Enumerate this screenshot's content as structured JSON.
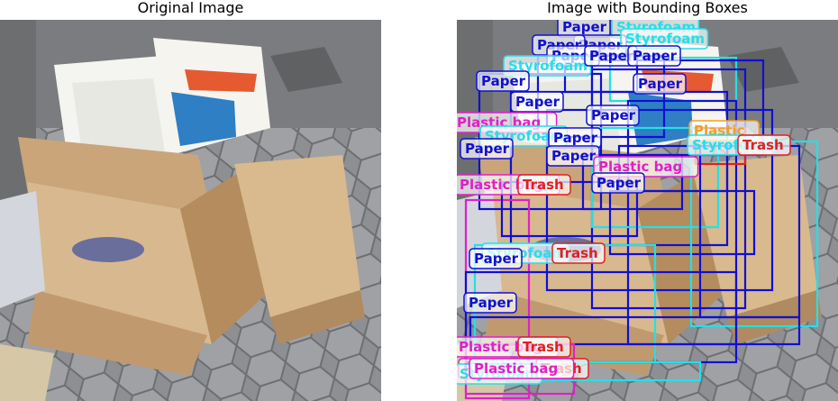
{
  "titles": {
    "left": "Original Image",
    "right": "Image with Bounding Boxes"
  },
  "colors": {
    "paper": "#1010d0",
    "styrofoam": "#22e0e8",
    "plastic_bag": "#e020c8",
    "trash": "#e02020",
    "plastic": "#f0a020"
  },
  "labels": [
    {
      "text": "Paper",
      "color": "#1010d0"
    },
    {
      "text": "Styrofoam",
      "color": "#22e0e8"
    },
    {
      "text": "Paper",
      "color": "#1010d0"
    },
    {
      "text": "Styrofoam",
      "color": "#22e0e8"
    },
    {
      "text": "Paper",
      "color": "#1010d0"
    },
    {
      "text": "Paper",
      "color": "#1010d0"
    },
    {
      "text": "Styrofoam",
      "color": "#22e0e8"
    },
    {
      "text": "Paper",
      "color": "#1010d0"
    },
    {
      "text": "Paper",
      "color": "#1010d0"
    },
    {
      "text": "Paper",
      "color": "#1010d0"
    },
    {
      "text": "Paper",
      "color": "#1010d0"
    },
    {
      "text": "Paper",
      "color": "#1010d0"
    },
    {
      "text": "Plastic bag",
      "color": "#e020c8"
    },
    {
      "text": "Styrofoam",
      "color": "#22e0e8"
    },
    {
      "text": "Paper",
      "color": "#1010d0"
    },
    {
      "text": "Paper",
      "color": "#1010d0"
    },
    {
      "text": "Paper",
      "color": "#1010d0"
    },
    {
      "text": "Paper",
      "color": "#1010d0"
    },
    {
      "text": "Plastic bag",
      "color": "#e020c8"
    },
    {
      "text": "Plastic",
      "color": "#f0a020"
    },
    {
      "text": "Styrofoam",
      "color": "#22e0e8"
    },
    {
      "text": "Trash",
      "color": "#e02020"
    },
    {
      "text": "Paper",
      "color": "#1010d0"
    },
    {
      "text": "Plastic bag",
      "color": "#e020c8"
    },
    {
      "text": "Trash",
      "color": "#e02020"
    },
    {
      "text": "Styrofoam",
      "color": "#22e0e8"
    },
    {
      "text": "Trash",
      "color": "#e02020"
    },
    {
      "text": "Paper",
      "color": "#1010d0"
    },
    {
      "text": "Paper",
      "color": "#1010d0"
    },
    {
      "text": "Plastic bag",
      "color": "#e020c8"
    },
    {
      "text": "Trash",
      "color": "#e02020"
    },
    {
      "text": "Plastic bag",
      "color": "#e020c8"
    },
    {
      "text": "Trash",
      "color": "#e02020"
    },
    {
      "text": "Styrofoam",
      "color": "#22e0e8"
    },
    {
      "text": "Plastic bag",
      "color": "#e020c8"
    }
  ]
}
